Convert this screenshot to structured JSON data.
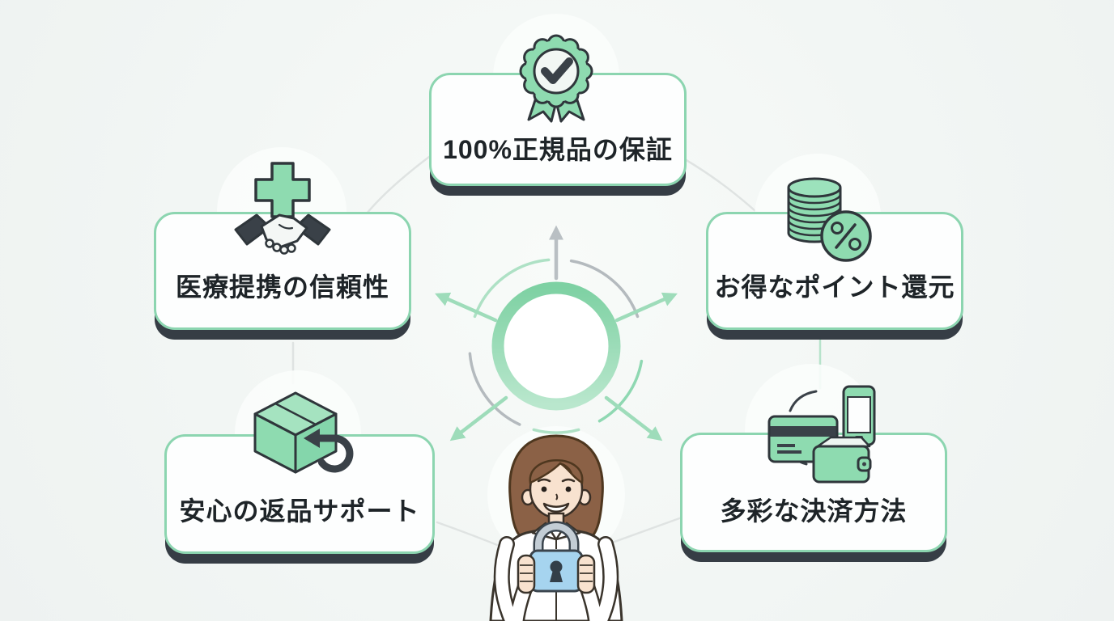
{
  "cards": [
    {
      "id": "authenticity",
      "label": "100%正規品の保証",
      "icon": "ribbon-check-badge-icon",
      "position": "top"
    },
    {
      "id": "medical-trust",
      "label": "医療提携の信頼性",
      "icon": "medical-cross-handshake-icon",
      "position": "middle-left"
    },
    {
      "id": "point-reward",
      "label": "お得なポイント還元",
      "icon": "coin-stack-percent-icon",
      "position": "middle-right"
    },
    {
      "id": "return-support",
      "label": "安心の返品サポート",
      "icon": "return-box-icon",
      "position": "bottom-left"
    },
    {
      "id": "payment-variety",
      "label": "多彩な決済方法",
      "icon": "payment-methods-icon",
      "position": "bottom-right"
    }
  ],
  "center": {
    "illustration": "woman-holding-padlock",
    "hub": "ring-with-five-radiating-arrows"
  },
  "colors": {
    "background": "#f2f6f4",
    "card_border_green": "#8cd5b0",
    "card_shadow_slate": "#363d45",
    "icon_green": "#8edbb0",
    "icon_outline": "#2f363b",
    "ring_green_top": "#7ed1a3",
    "ring_green_bottom": "#b9e7cd",
    "arrow_green": "#9edcba",
    "arrow_gray": "#b9bfc3",
    "connector_gray": "#dfe3e2",
    "connector_green": "#b7e3cb",
    "lock_blue": "#a6d4ef",
    "text": "#1e2428"
  }
}
